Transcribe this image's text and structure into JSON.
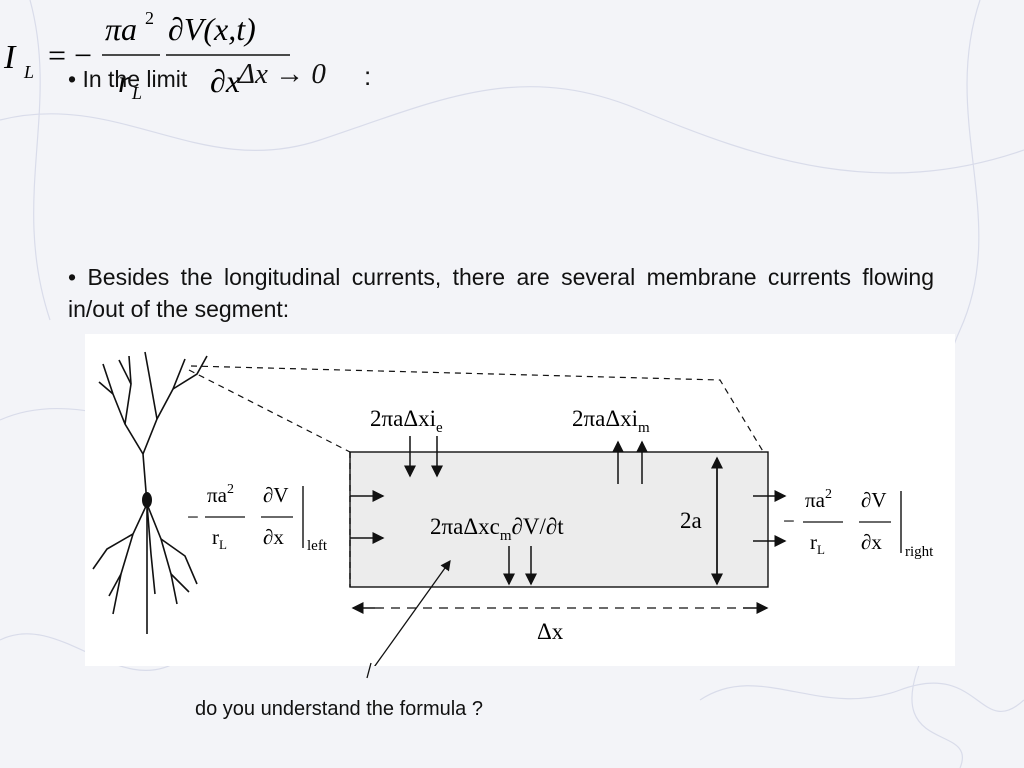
{
  "slide": {
    "bullet_limit": "• In the limit",
    "limit_expr": "Δx → 0",
    "colon": ":",
    "formula": {
      "lhs": "I",
      "lhs_sub": "L",
      "equals_minus": "= −",
      "num1": "πa",
      "num1_sup": "2",
      "den1": "r",
      "den1_sub": "L",
      "num2": "∂V(x,t)",
      "den2": "∂x"
    },
    "bullet_currents": "• Besides the longitudinal currents, there are several membrane currents flowing in/out of the segment:",
    "caption": "do you understand the formula ?"
  },
  "diagram": {
    "label_ie": "2πaΔxi",
    "label_ie_sub": "e",
    "label_im": "2πaΔxi",
    "label_im_sub": "m",
    "label_cm": "2πaΔxc",
    "label_cm_sub": "m",
    "label_cm_tail": "∂V/∂t",
    "label_diameter": "2a",
    "label_length": "Δx",
    "left_flux": {
      "sign": "−",
      "num": "πa",
      "num_sup": "2",
      "den": "r",
      "den_sub": "L",
      "dnum": "∂V",
      "dden": "∂x",
      "eval": "left"
    },
    "right_flux": {
      "sign": "−",
      "num": "πa",
      "num_sup": "2",
      "den": "r",
      "den_sub": "L",
      "dnum": "∂V",
      "dden": "∂x",
      "eval": "right"
    }
  }
}
